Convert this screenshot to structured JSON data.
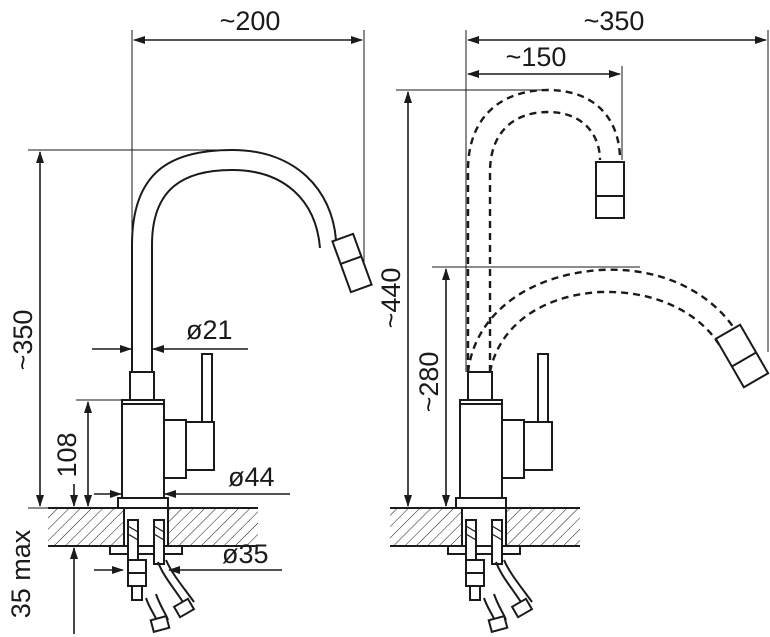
{
  "dimensions": {
    "left_width": "~200",
    "left_height": "~350",
    "body_height": "108",
    "spout_diameter": "ø21",
    "body_diameter": "ø44",
    "hole_diameter": "ø35",
    "max_thickness": "35 max",
    "right_width": "~350",
    "right_offset": "~150",
    "right_height_high": "~440",
    "right_height_low": "~280"
  }
}
